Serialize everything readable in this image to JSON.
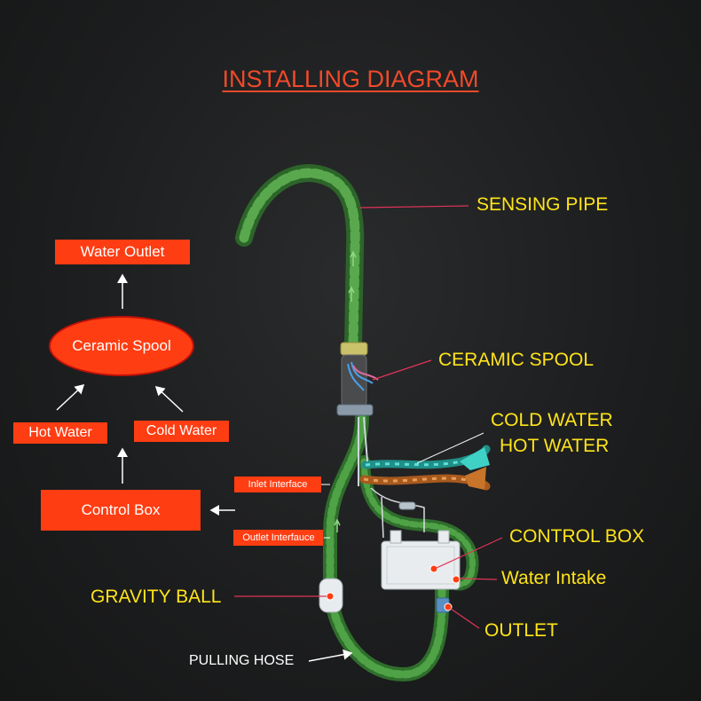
{
  "title": "INSTALLING DIAGRAM",
  "flow": {
    "water_outlet": "Water Outlet",
    "ceramic_spool": "Ceramic Spool",
    "hot_water": "Hot Water",
    "cold_water": "Cold Water",
    "control_box": "Control Box",
    "inlet_interface": "Inlet Interface",
    "outlet_interface": "Outlet Interfauce"
  },
  "callouts": {
    "sensing_pipe": "SENSING PIPE",
    "ceramic_spool": "CERAMIC SPOOL",
    "cold_water": "COLD WATER",
    "hot_water": "HOT WATER",
    "control_box": "CONTROL BOX",
    "water_intake": "Water Intake",
    "outlet": "OUTLET",
    "gravity_ball": "GRAVITY BALL",
    "pulling_hose": "PULLING HOSE"
  },
  "colors": {
    "accent_red": "#ff3d12",
    "title_red": "#f04a2a",
    "label_yellow": "#ffe41a",
    "hose_green": "#3e8a3a",
    "cold_line": "#2fb8b0",
    "hot_line": "#c8742a"
  }
}
